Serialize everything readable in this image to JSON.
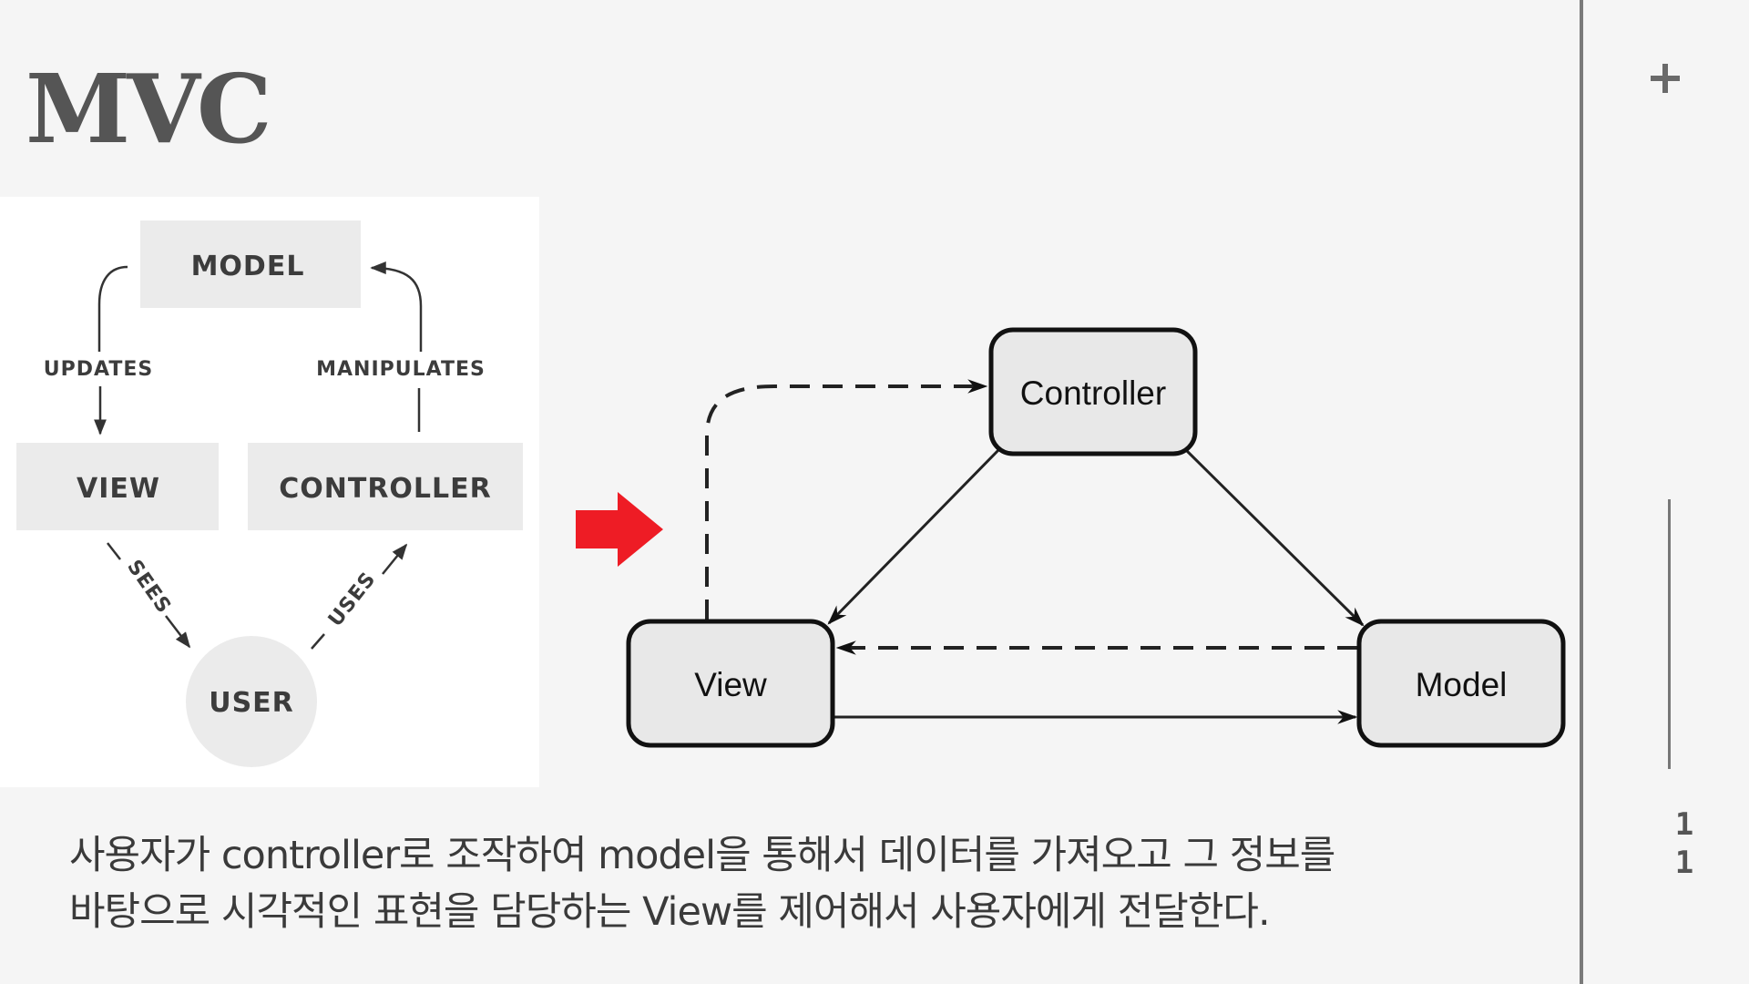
{
  "slide": {
    "title": "MVC",
    "caption_lines": [
      "사용자가 controller로 조작하여 model을 통해서 데이터를 가져오고 그 정보를",
      "바탕으로 시각적인 표현을 담당하는 View를 제어해서 사용자에게 전달한다."
    ],
    "page_number": [
      "1",
      "1"
    ]
  },
  "left_diagram": {
    "nodes": {
      "model": "MODEL",
      "view": "VIEW",
      "controller": "CONTROLLER",
      "user": "USER"
    },
    "edges": {
      "updates": "UPDATES",
      "manipulates": "MANIPULATES",
      "sees": "SEES",
      "uses": "USES"
    },
    "colors": {
      "box": "#ebebeb",
      "text": "#3c3c3c"
    }
  },
  "right_diagram": {
    "nodes": {
      "controller": "Controller",
      "view": "View",
      "model": "Model"
    },
    "colors": {
      "node_fill": "#e8e8e8",
      "stroke": "#111111"
    }
  },
  "accent": {
    "red_arrow": "#ee1c25"
  },
  "icons": {
    "add": "plus-icon",
    "transition": "arrow-right-icon"
  }
}
